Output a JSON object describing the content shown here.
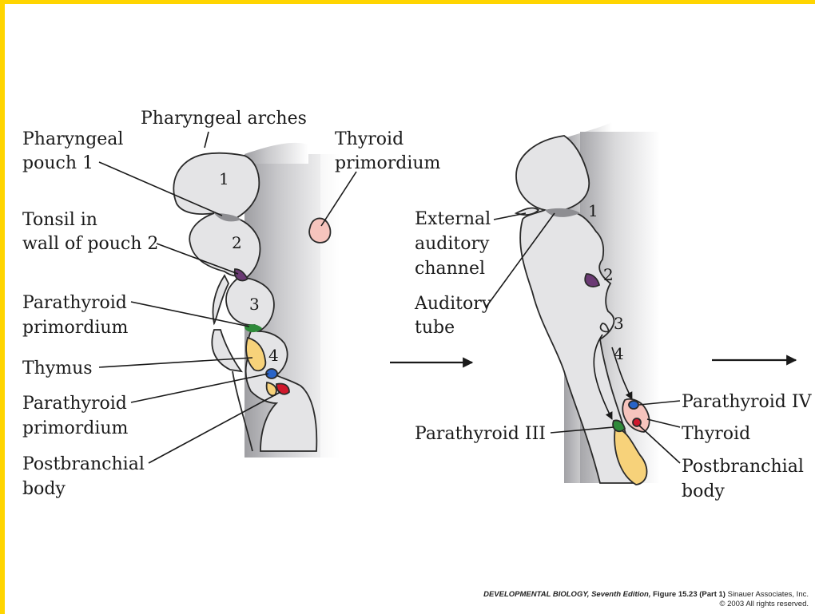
{
  "figure": {
    "left_panel": {
      "arch_numbers": [
        "1",
        "2",
        "3",
        "4"
      ],
      "labels": {
        "pharyngeal_arches": "Pharyngeal arches",
        "pouch1": [
          "Pharyngeal",
          "pouch 1"
        ],
        "tonsil": [
          "Tonsil in",
          "wall of pouch 2"
        ],
        "parathyroid_upper": [
          "Parathyroid",
          "primordium"
        ],
        "thymus": "Thymus",
        "parathyroid_lower": [
          "Parathyroid",
          "primordium"
        ],
        "postbranchial": [
          "Postbranchial",
          "body"
        ],
        "thyroid_primordium": [
          "Thyroid",
          "primordium"
        ]
      }
    },
    "right_panel": {
      "pouch_numbers": [
        "1",
        "2",
        "3",
        "4"
      ],
      "labels": {
        "external_auditory": [
          "External",
          "auditory",
          "channel"
        ],
        "auditory_tube": [
          "Auditory",
          "tube"
        ],
        "parathyroid_iii": "Parathyroid III",
        "parathyroid_iv": "Parathyroid IV",
        "thyroid": "Thyroid",
        "postbranchial": [
          "Postbranchial",
          "body"
        ]
      }
    },
    "colors": {
      "border": "#ffd500",
      "tissue": "#e2e2e4",
      "shade": "#bdbdc0",
      "purple_tonsil": "#6b3a74",
      "green_parathyroid": "#2f8a3a",
      "yellow_thymus": "#f7d27a",
      "blue_parathyroid": "#2a64c8",
      "red_postbranchial": "#d0182c",
      "pink_thyroid": "#f6c4bd"
    }
  },
  "credit": {
    "title": "DEVELOPMENTAL BIOLOGY, Seventh Edition,",
    "figure": "Figure 15.23 (Part 1)",
    "publisher": "Sinauer Associates, Inc.",
    "rights": "© 2003 All rights reserved."
  }
}
